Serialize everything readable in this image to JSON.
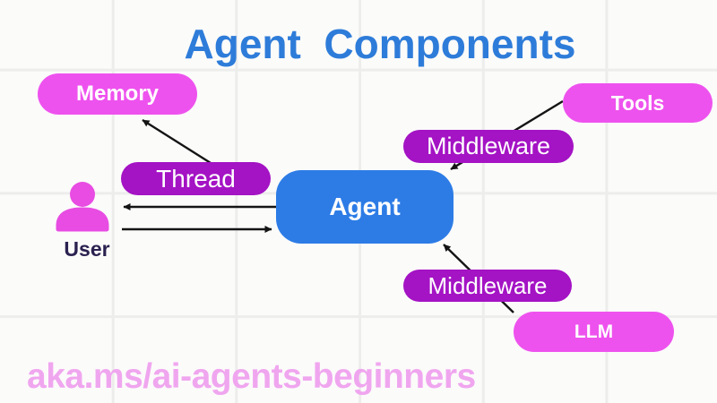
{
  "title": "Agent  Components",
  "diagram": {
    "nodes": {
      "memory": {
        "label": "Memory",
        "shape": "pill",
        "color": "#ee52ee"
      },
      "tools": {
        "label": "Tools",
        "shape": "pill",
        "color": "#ee52ee"
      },
      "middleware_top": {
        "label": "Middleware",
        "shape": "pill",
        "color": "#a413c4"
      },
      "thread": {
        "label": "Thread",
        "shape": "pill",
        "color": "#a413c4"
      },
      "agent": {
        "label": "Agent",
        "shape": "rounded-rect",
        "color": "#2d7ce6"
      },
      "middleware_bottom": {
        "label": "Middleware",
        "shape": "pill",
        "color": "#a413c4"
      },
      "llm": {
        "label": "LLM",
        "shape": "pill",
        "color": "#ee52ee"
      },
      "user": {
        "label": "User",
        "icon": "person-icon",
        "icon_color": "#e84ce2",
        "label_color": "#2b2150"
      }
    },
    "edges": [
      {
        "from": "thread",
        "to": "memory"
      },
      {
        "from": "tools",
        "to": "agent",
        "passes_under": "middleware_top"
      },
      {
        "from": "agent",
        "to": "user"
      },
      {
        "from": "user",
        "to": "agent"
      },
      {
        "from": "llm",
        "to": "agent",
        "passes_under": "middleware_bottom"
      }
    ]
  },
  "footer": {
    "link_text": "aka.ms/ai-agents-beginners"
  },
  "colors": {
    "background": "#fbfbfa",
    "grid_line": "#ededec",
    "title_blue": "#2e7cd9",
    "agent_blue": "#2d7ce6",
    "magenta": "#ee52ee",
    "purple": "#a413c4",
    "user_text": "#2b2150",
    "footer_pink": "#f0a6ef",
    "arrow": "#141414"
  }
}
